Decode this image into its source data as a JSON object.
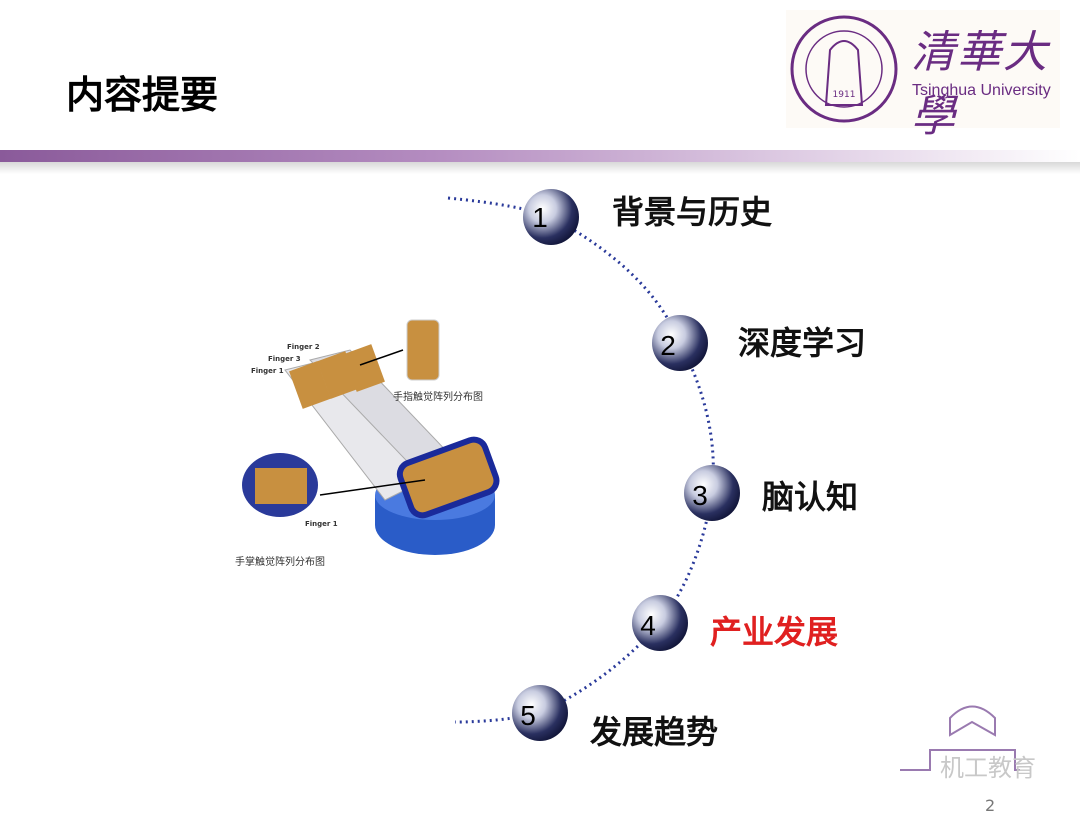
{
  "title": "内容提要",
  "logo": {
    "cn": "清華大學",
    "en": "Tsinghua University",
    "seal_year": "1911"
  },
  "items": [
    {
      "num": "1",
      "label": "背景与历史"
    },
    {
      "num": "2",
      "label": "深度学习"
    },
    {
      "num": "3",
      "label": "脑认知"
    },
    {
      "num": "4",
      "label": "产业发展",
      "highlight": true
    },
    {
      "num": "5",
      "label": "发展趋势"
    }
  ],
  "figure": {
    "finger_labels": [
      "Finger 2",
      "Finger 3",
      "Finger 1"
    ],
    "finger_caption": "手指触觉阵列分布图",
    "palm_caption": "手掌触觉阵列分布图",
    "palm_finger_label": "Finger 1"
  },
  "watermark": "机工教育",
  "page_number": "2",
  "colors": {
    "accent": "#6a2c82",
    "highlight": "#e02020",
    "node": "#1a1f4a"
  }
}
